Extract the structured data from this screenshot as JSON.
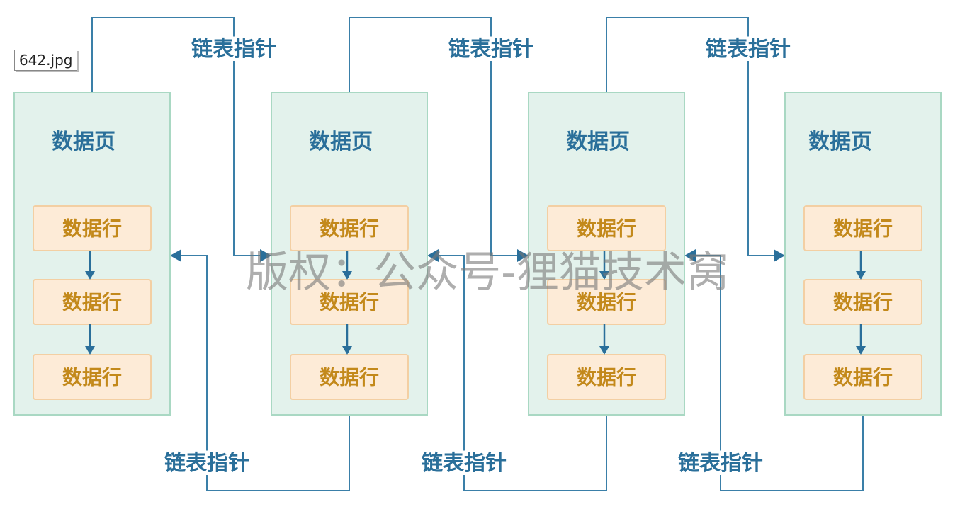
{
  "file_tag": "642.jpg",
  "pages": [
    {
      "title": "数据页",
      "rows": [
        "数据行",
        "数据行",
        "数据行"
      ]
    },
    {
      "title": "数据页",
      "rows": [
        "数据行",
        "数据行",
        "数据行"
      ]
    },
    {
      "title": "数据页",
      "rows": [
        "数据行",
        "数据行",
        "数据行"
      ]
    },
    {
      "title": "数据页",
      "rows": [
        "数据行",
        "数据行",
        "数据行"
      ]
    }
  ],
  "next_pointer_labels": [
    "链表指针",
    "链表指针",
    "链表指针"
  ],
  "prev_pointer_labels": [
    "链表指针",
    "链表指针",
    "链表指针"
  ],
  "watermark": "版权：公众号-狸猫技术窝",
  "colors": {
    "page_fill": "#e3f2ec",
    "page_border": "#a9d8c3",
    "row_fill": "#fdebd7",
    "row_border": "#f3cfa3",
    "title_text": "#2a6f9a",
    "row_text": "#c3891b",
    "link_line": "#3a7fa8"
  }
}
